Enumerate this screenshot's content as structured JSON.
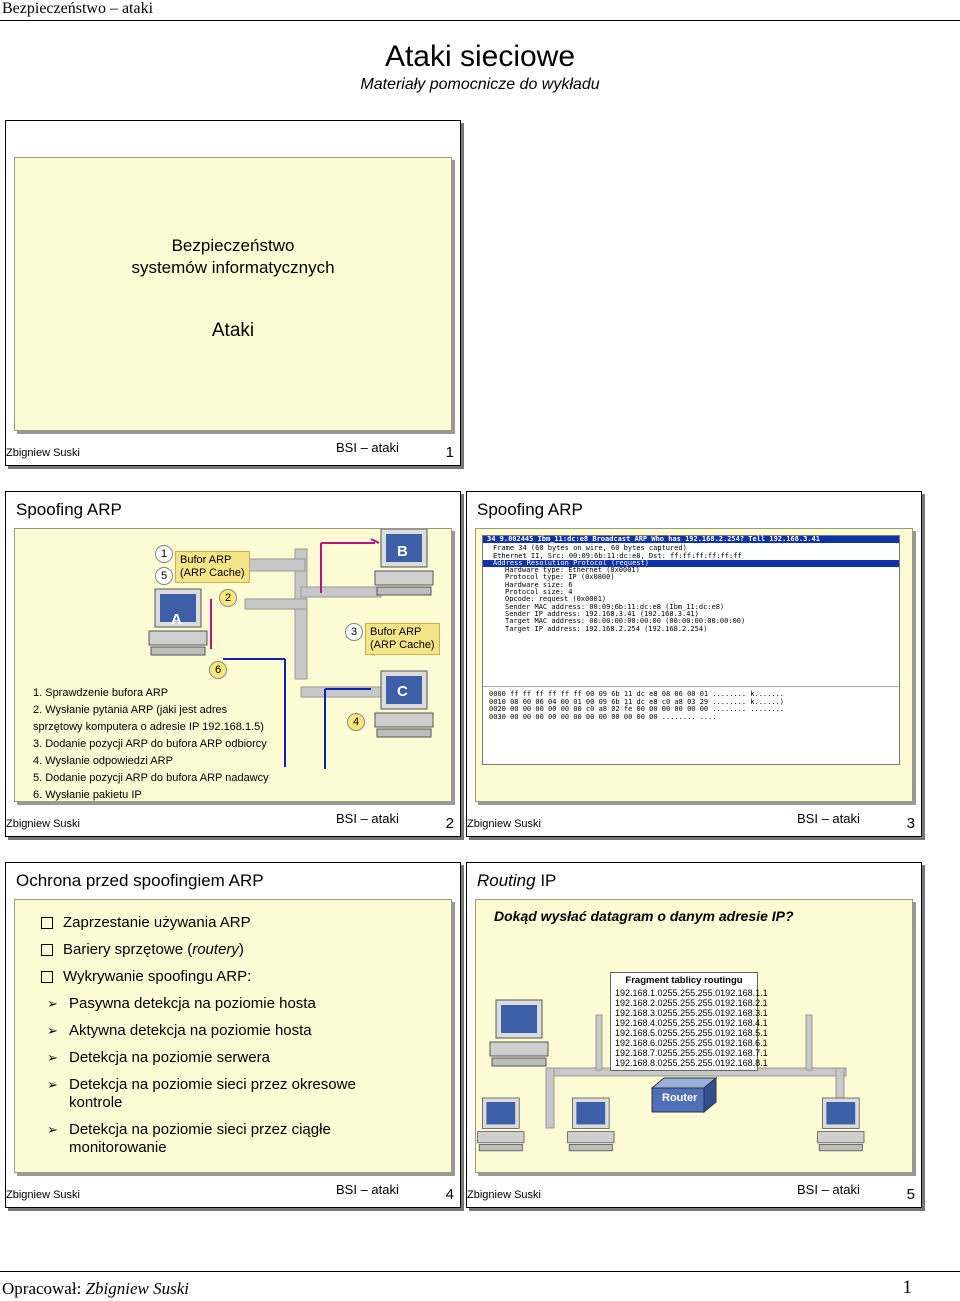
{
  "page": {
    "header": "Bezpieczeństwo – ataki",
    "title": "Ataki sieciowe",
    "subtitle": "Materiały pomocnicze do wykładu",
    "footer_label": "Opracował:",
    "footer_author": "Zbigniew Suski",
    "page_number": "1"
  },
  "slides": [
    {
      "author": "Zbigniew Suski",
      "footer": "BSI – ataki",
      "number": "1",
      "lines": [
        "Bezpieczeństwo",
        "systemów informatycznych",
        "Ataki"
      ]
    },
    {
      "title": "Spoofing ARP",
      "author": "Zbigniew Suski",
      "footer": "BSI – ataki",
      "number": "2",
      "hosts": [
        "A",
        "B",
        "C"
      ],
      "cache_label": [
        "Bufor ARP",
        "(ARP Cache)"
      ],
      "step_numbers": [
        "1",
        "2",
        "3",
        "4",
        "5",
        "6"
      ],
      "steps": [
        "1. Sprawdzenie bufora ARP",
        "2. Wysłanie pytania ARP (jaki jest adres",
        "sprzętowy komputera o adresie IP 192.168.1.5)",
        "3. Dodanie pozycji ARP do bufora ARP odbiorcy",
        "4. Wysłanie odpowiedzi ARP",
        "5. Dodanie pozycji ARP do bufora ARP nadawcy",
        "6. Wysłanie pakietu IP"
      ]
    },
    {
      "title": "Spoofing ARP",
      "author": "Zbigniew Suski",
      "footer": "BSI – ataki",
      "number": "3",
      "capture": {
        "header": "34 9.002445 Ibm_11:dc:e8 Broadcast ARP Who has 192.168.2.254? Tell 192.168.3.41",
        "tree": [
          "Frame 34 (60 bytes on wire, 60 bytes captured)",
          "Ethernet II, Src: 00:09:6b:11:dc:e8, Dst: ff:ff:ff:ff:ff:ff",
          "Address Resolution Protocol (request)",
          "Hardware type: Ethernet (0x0001)",
          "Protocol type: IP (0x0800)",
          "Hardware size: 6",
          "Protocol size: 4",
          "Opcode: request (0x0001)",
          "Sender MAC address: 00:09:6b:11:dc:e8 (Ibm_11:dc:e8)",
          "Sender IP address: 192.168.3.41 (192.168.3.41)",
          "Target MAC address: 00:00:00:00:00:00 (00:00:00:00:00:00)",
          "Target IP address: 192.168.2.254 (192.168.2.254)"
        ],
        "hex": [
          "0000  ff ff ff ff ff ff 00 09  6b 11 dc e8 08 06 00 01   ........ k.......",
          "0010  08 00 06 04 00 01 00 09  6b 11 dc e8 c0 a8 03 29   ........ k......)",
          "0020  00 00 00 00 00 00 c0 a8  02 fe 00 00 00 00 00 00   ........ ........",
          "0030  00 00 00 00 00 00 00 00  00 00 00 00               ........ ...."
        ]
      }
    },
    {
      "title": "Ochrona przed spoofingiem ARP",
      "author": "Zbigniew Suski",
      "footer": "BSI – ataki",
      "number": "4",
      "items": [
        {
          "level": 1,
          "pre": "Zaprzestanie używania ARP",
          "em": "",
          "post": ""
        },
        {
          "level": 1,
          "pre": "Bariery sprzętowe (",
          "em": "routery",
          "post": ")"
        },
        {
          "level": 1,
          "pre": "Wykrywanie spoofingu ARP:",
          "em": "",
          "post": ""
        },
        {
          "level": 2,
          "pre": "Pasywna detekcja na poziomie hosta",
          "em": "",
          "post": ""
        },
        {
          "level": 2,
          "pre": "Aktywna detekcja na poziomie hosta",
          "em": "",
          "post": ""
        },
        {
          "level": 2,
          "pre": "Detekcja na poziomie serwera",
          "em": "",
          "post": ""
        },
        {
          "level": 2,
          "pre": "Detekcja na poziomie sieci przez okresowe kontrole",
          "em": "",
          "post": ""
        },
        {
          "level": 2,
          "pre": "Detekcja na poziomie sieci przez ciągłe monitorowanie",
          "em": "",
          "post": ""
        }
      ]
    },
    {
      "title_em": "Routing",
      "title_rest": " IP",
      "author": "Zbigniew Suski",
      "footer": "BSI – ataki",
      "number": "5",
      "question": "Dokąd wysłać datagram o danym adresie IP?",
      "table_title": "Fragment tablicy routingu",
      "table": [
        [
          "192.168.1.0",
          "255.255.255.0",
          "192.168.1.1"
        ],
        [
          "192.168.2.0",
          "255.255.255.0",
          "192.168.2.1"
        ],
        [
          "192.168.3.0",
          "255.255.255.0",
          "192.168.3.1"
        ],
        [
          "192.168.4.0",
          "255.255.255.0",
          "192.168.4.1"
        ],
        [
          "192.168.5.0",
          "255.255.255.0",
          "192.168.5.1"
        ],
        [
          "192.168.6.0",
          "255.255.255.0",
          "192.168.6.1"
        ],
        [
          "192.168.7.0",
          "255.255.255.0",
          "192.168.7.1"
        ],
        [
          "192.168.8.0",
          "255.255.255.0",
          "192.168.8.1"
        ]
      ],
      "router_label": "Router"
    }
  ]
}
